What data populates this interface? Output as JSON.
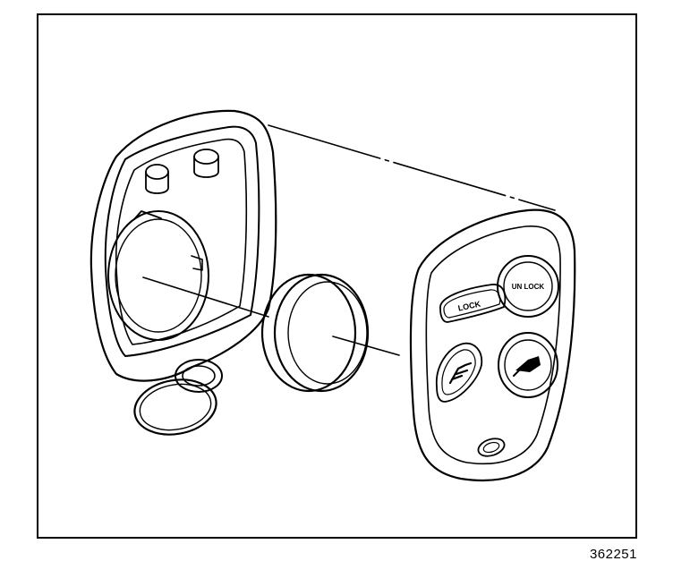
{
  "figure": {
    "number": "362251"
  },
  "remote": {
    "buttons": {
      "lock": {
        "label": "LOCK"
      },
      "unlock": {
        "label": "UN LOCK"
      },
      "trunk": {
        "icon": "trunk-release-icon"
      },
      "panic": {
        "icon": "horn-icon"
      },
      "led": {
        "icon": "led-indicator-icon"
      }
    }
  },
  "colors": {
    "line": "#000000",
    "background": "#ffffff"
  }
}
